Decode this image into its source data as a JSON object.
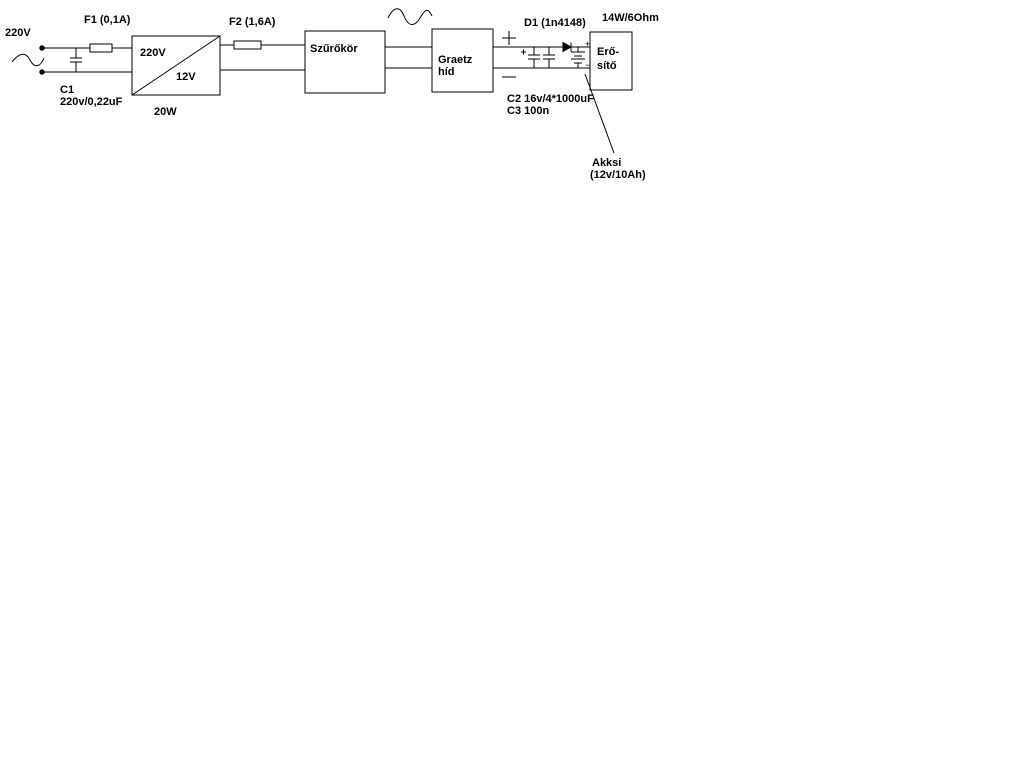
{
  "diagram": {
    "labels": {
      "mains_voltage": "220V",
      "fuse1": "F1 (0,1A)",
      "cap1_name": "C1",
      "cap1_value": "220v/0,22uF",
      "transformer_primary": "220V",
      "transformer_secondary": "12V",
      "transformer_power": "20W",
      "fuse2": "F2 (1,6A)",
      "filter": "Szűrőkör",
      "rectifier_line1": "Graetz",
      "rectifier_line2": "híd",
      "diode": "D1 (1n4148)",
      "amplifier_rating": "14W/6Ohm",
      "amplifier_line1": "Erő-",
      "amplifier_line2": "sítő",
      "cap2": "C2 16v/4*1000uF",
      "cap3": "C3 100n",
      "battery_name": "Akksi",
      "battery_value": "(12v/10Ah)",
      "plus_sign": "+",
      "minus_sign": "−"
    }
  }
}
